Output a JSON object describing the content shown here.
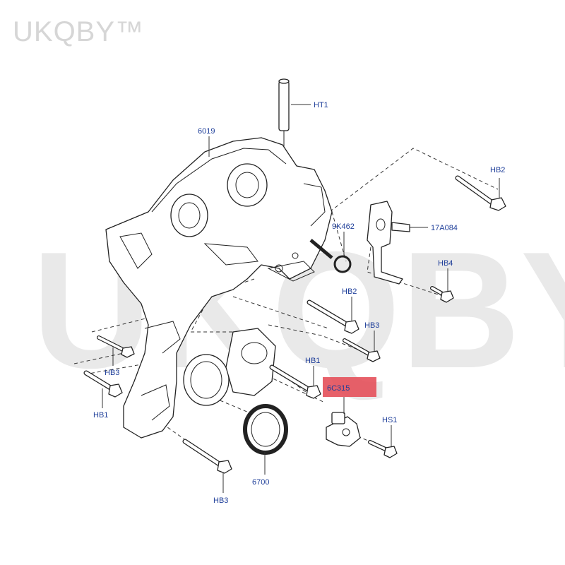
{
  "brand": {
    "text": "UKQBY™",
    "watermark": "UKQBY™"
  },
  "colors": {
    "label": "#1f3f9a",
    "highlight": "#e4505a",
    "line": "#222222",
    "watermark": "#e9e9e9"
  },
  "labels": {
    "ht1": "HT1",
    "p6019": "6019",
    "hb2_top": "HB2",
    "p9k462": "9K462",
    "p17a084": "17A084",
    "hb4": "HB4",
    "hb2_mid": "HB2",
    "hb3_right": "HB3",
    "hb1_mid": "HB1",
    "p6c315": "6C315",
    "hs1": "HS1",
    "hb3_left": "HB3",
    "hb1_left": "HB1",
    "p6700": "6700",
    "hb3_bottom": "HB3"
  }
}
